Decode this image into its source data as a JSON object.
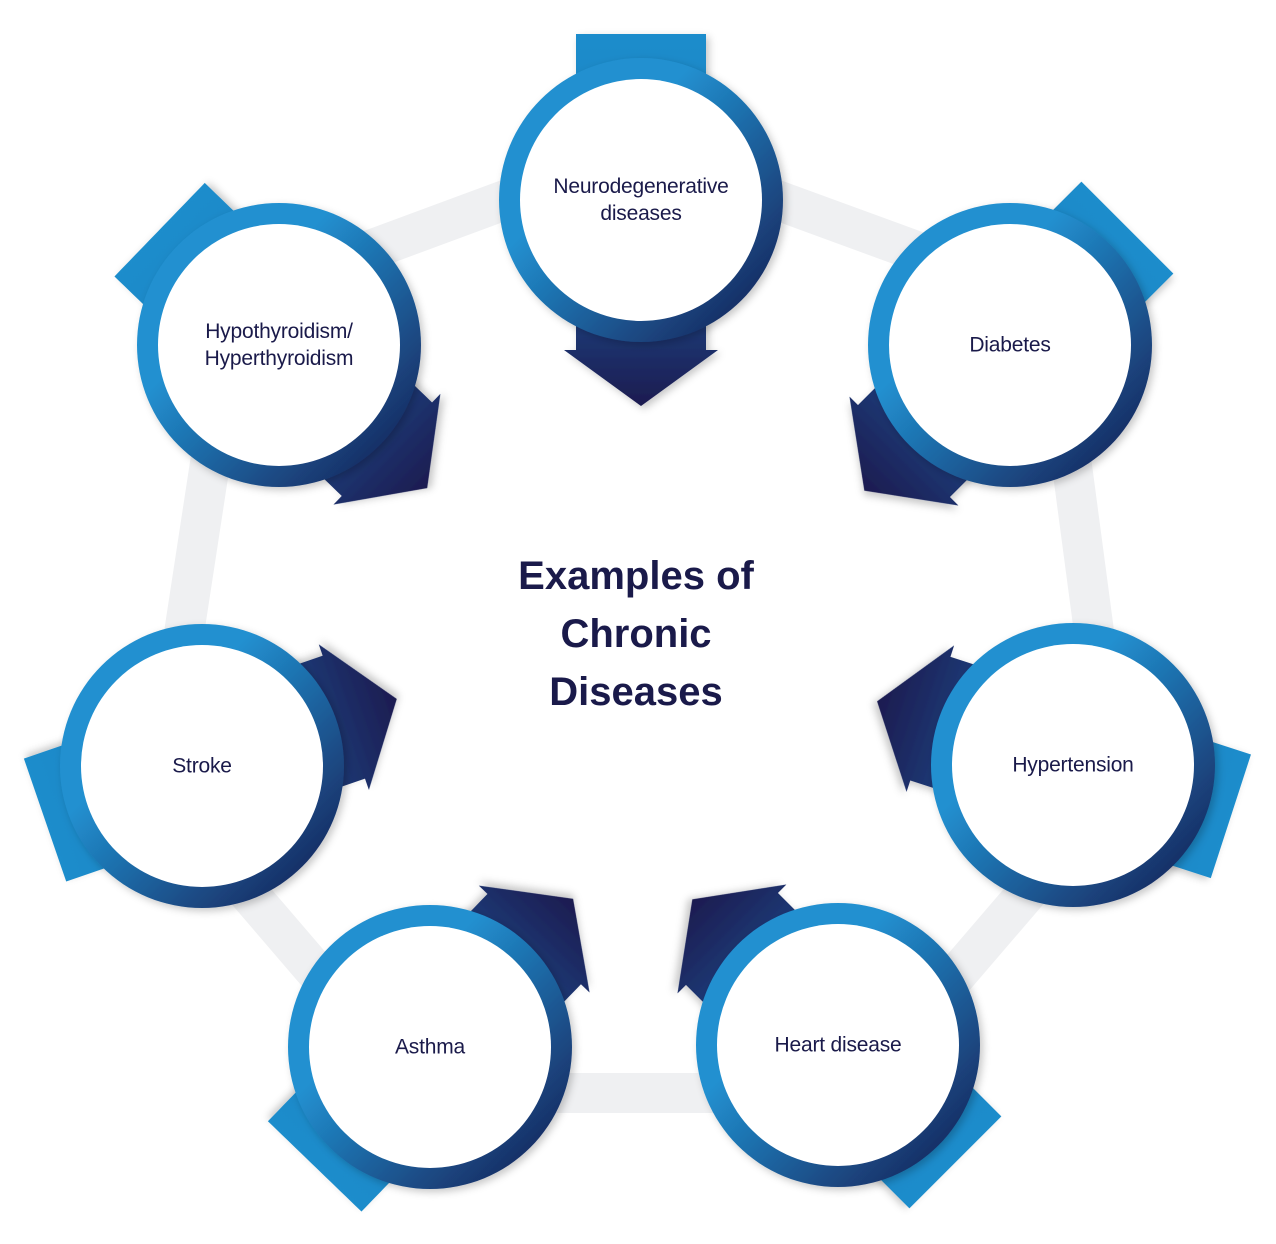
{
  "title": "Examples of\nChronic\nDiseases",
  "colors": {
    "arrow_light": "#1f8dcc",
    "arrow_dark": "#1a1a4e",
    "ring_light": "#2190d0",
    "ring_dark": "#16154a",
    "connector": "#eff0f2",
    "text": "#1a1a4a"
  },
  "nodes": [
    {
      "label": "Neurodegenerative\ndiseases"
    },
    {
      "label": "Diabetes"
    },
    {
      "label": "Hypertension"
    },
    {
      "label": "Heart disease"
    },
    {
      "label": "Asthma"
    },
    {
      "label": "Stroke"
    },
    {
      "label": "Hypothyroidism/\nHyperthyroidism"
    }
  ]
}
